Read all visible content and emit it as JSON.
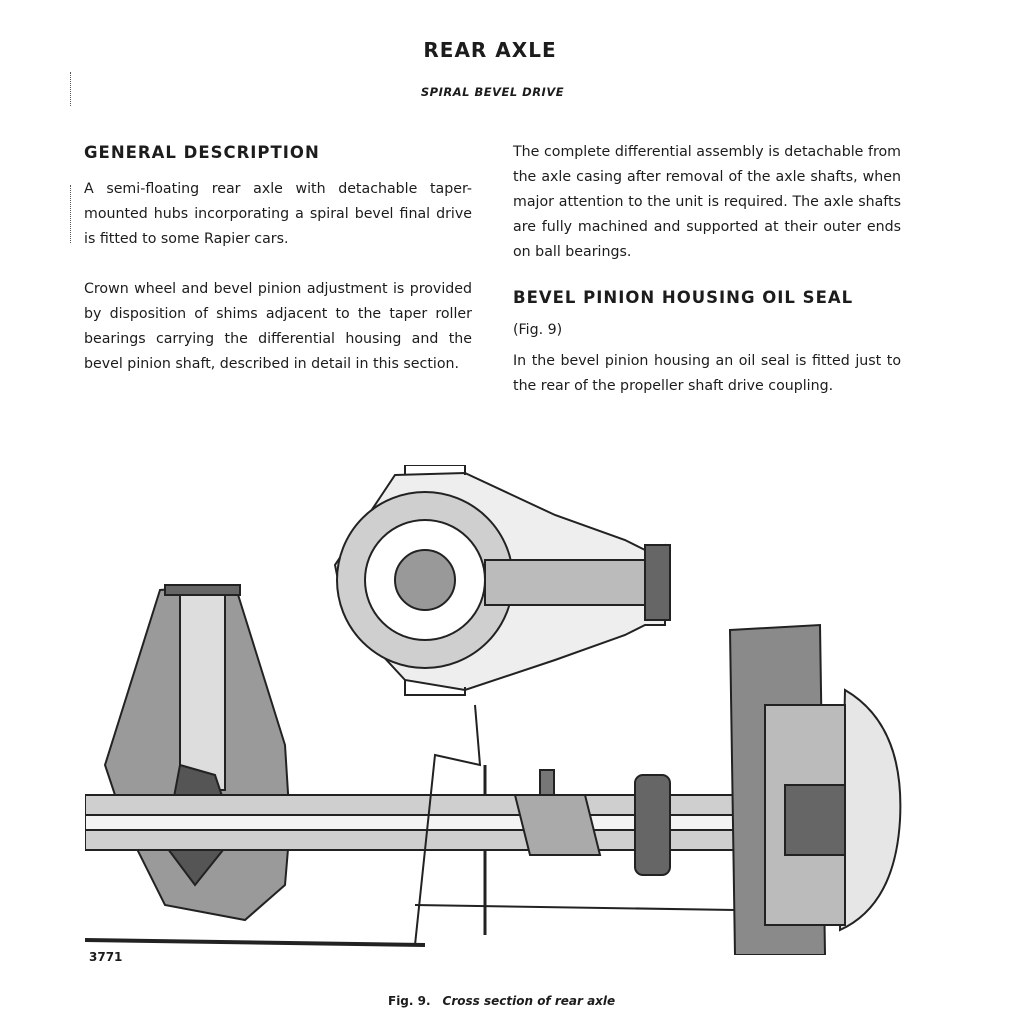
{
  "header": {
    "title": "REAR AXLE",
    "subtitle": "SPIRAL BEVEL DRIVE"
  },
  "left_column": {
    "heading": "GENERAL DESCRIPTION",
    "paragraphs": [
      "A semi-floating rear axle with detachable taper-mounted hubs incorporating a spiral bevel final drive is fitted to some Rapier cars.",
      "Crown wheel and bevel pinion adjustment is provided by disposition of shims adjacent to the taper roller bearings carrying the differential housing and the bevel pinion shaft, described in detail in this section."
    ]
  },
  "right_column": {
    "paragraph": "The complete differential assembly is detachable from the axle casing after removal of the axle shafts, when major attention to the unit is required. The axle shafts are fully machined and supported at their outer ends on ball bearings.",
    "heading": "BEVEL PINION HOUSING OIL SEAL",
    "fig_ref": "(Fig. 9)",
    "paragraph2": "In the bevel pinion housing an oil seal is fitted just to the rear of the propeller shaft drive coupling."
  },
  "figure": {
    "number": "3771",
    "caption_label": "Fig. 9.",
    "caption_text": "Cross section of rear axle"
  }
}
